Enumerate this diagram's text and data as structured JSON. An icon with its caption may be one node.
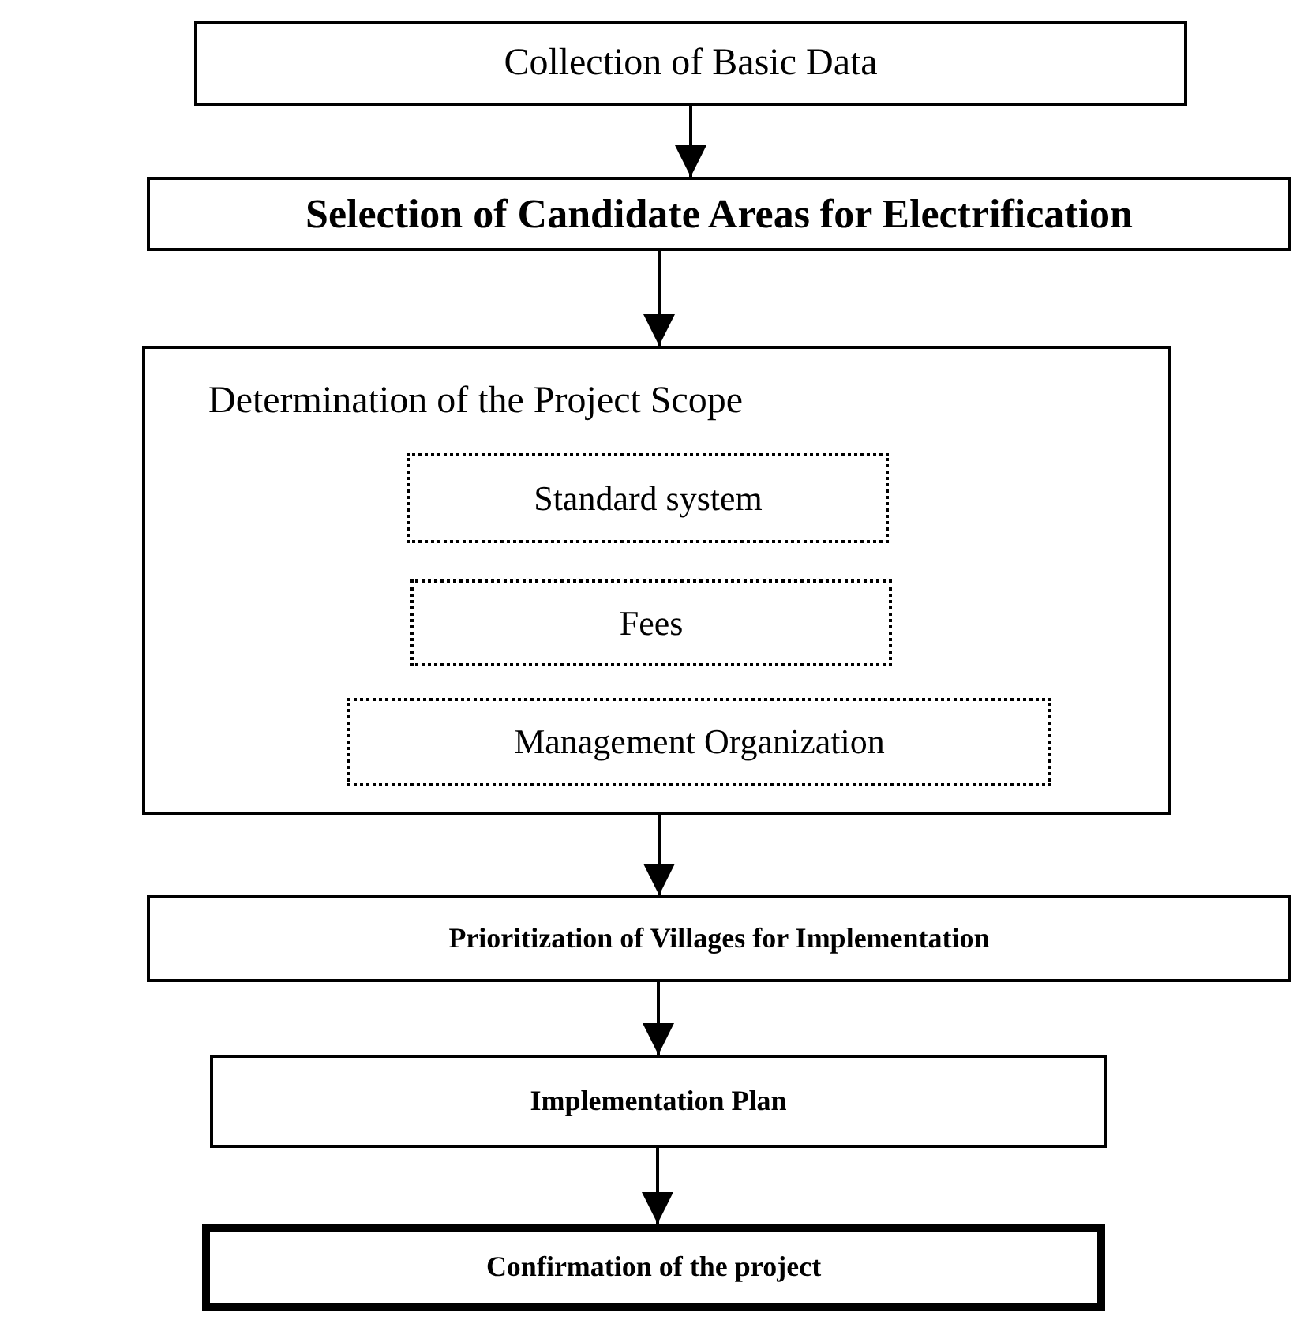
{
  "diagram": {
    "nodes": [
      {
        "text": [
          "Collection of Basic Data"
        ]
      },
      {
        "text": [
          "Selection of Candidate Areas for Electrification"
        ]
      },
      {
        "text": [
          "Determination of the Project Scope"
        ]
      },
      {
        "text": [
          "Standard system"
        ],
        "in": 2
      },
      {
        "text": [
          "Fees"
        ],
        "in": 2
      },
      {
        "text": [
          "Management Organization"
        ],
        "in": 2
      },
      {
        "text": [
          "Prioritization of Villages for Implementation"
        ]
      },
      {
        "text": [
          "Implementation Plan"
        ]
      },
      {
        "text": [
          "Confirmation of the project"
        ]
      }
    ],
    "edges": [
      {
        "from": 0,
        "to": 1,
        "arrow": "to"
      },
      {
        "from": 1,
        "to": 2,
        "arrow": "to"
      },
      {
        "from": 2,
        "to": 6,
        "arrow": "to"
      },
      {
        "from": 6,
        "to": 7,
        "arrow": "to"
      },
      {
        "from": 7,
        "to": 8,
        "arrow": "to"
      }
    ]
  }
}
